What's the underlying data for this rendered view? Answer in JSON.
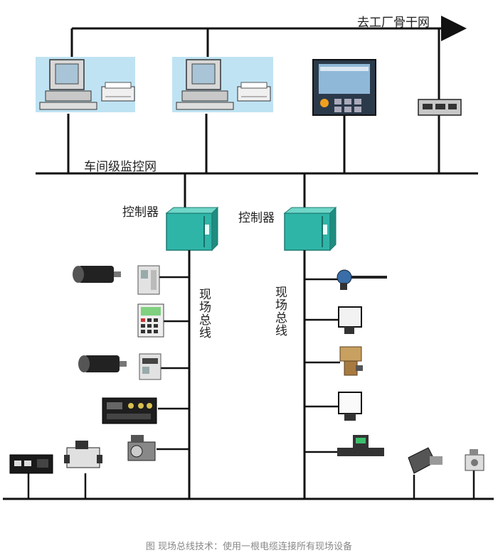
{
  "labels": {
    "backbone": "去工厂骨干网",
    "workshop_net": "车间级监控网",
    "controller_left": "控制器",
    "controller_right": "控制器",
    "fieldbus_left": "现场总线",
    "fieldbus_right": "现场总线"
  },
  "caption": "图   现场总线技术：使用一根电缆连接所有现场设备",
  "icons": {
    "workstation": "computer-monitor-icon",
    "printer": "printer-icon",
    "operator_panel": "operator-panel-icon",
    "gateway": "network-gateway-icon",
    "controller": "controller-cabinet-icon",
    "motor": "servo-motor-icon",
    "drive": "motor-drive-icon",
    "keypad": "keypad-terminal-icon",
    "io_module": "io-module-icon",
    "valve": "control-valve-icon",
    "sensor": "sensor-transmitter-icon",
    "flowmeter": "flowmeter-icon",
    "camera": "camera-icon"
  },
  "colors": {
    "line": "#111111",
    "controller": "#2fb5a8",
    "screen_bg": "#bfe3f3"
  }
}
